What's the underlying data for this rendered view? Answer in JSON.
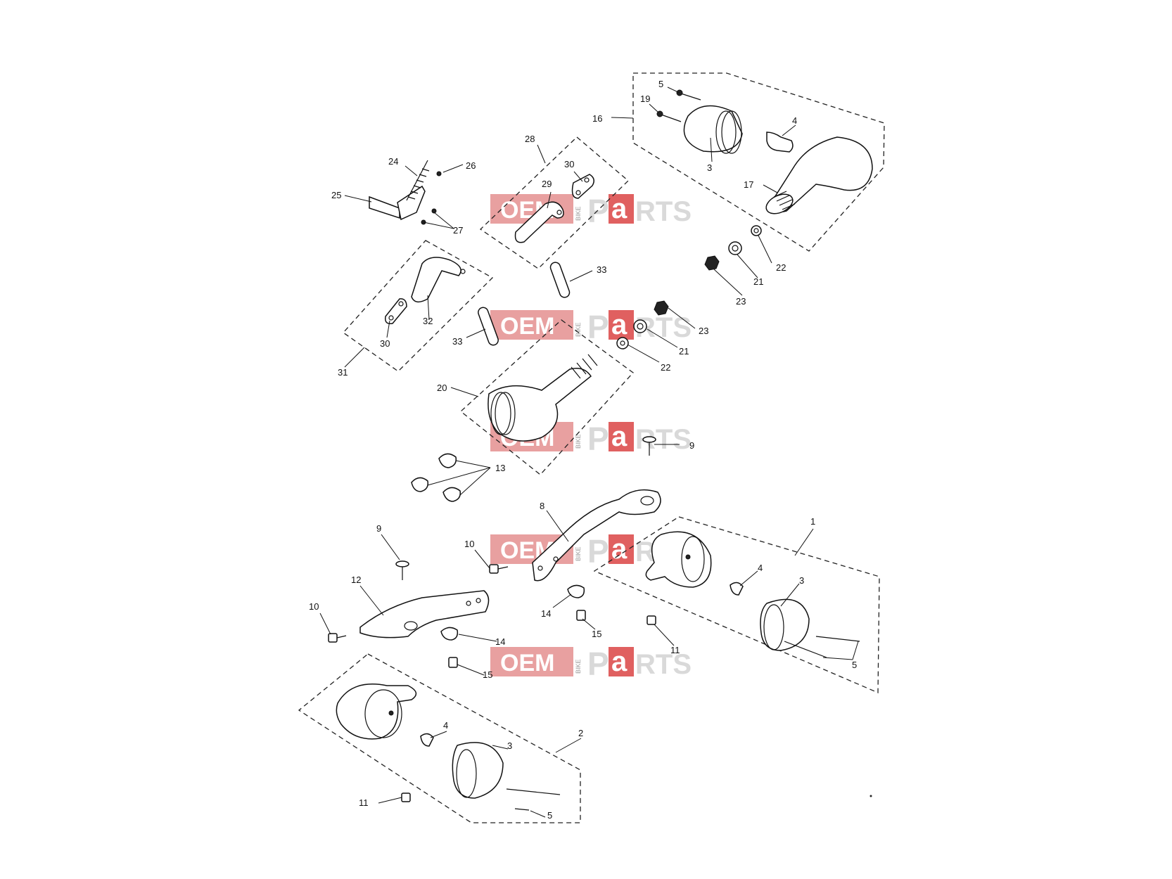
{
  "watermark": {
    "oem": "OEM",
    "bike": "BIKE",
    "p": "P",
    "a": "a",
    "rts": "RTS",
    "colors": {
      "red": "#e8a0a0",
      "red_dark": "#e06060",
      "grey": "#d9d9d9"
    }
  },
  "callouts": {
    "c1": "1",
    "c2": "2",
    "c3a": "3",
    "c3b": "3",
    "c3c": "3",
    "c4a": "4",
    "c4b": "4",
    "c4c": "4",
    "c5a": "5",
    "c5b": "5",
    "c5c": "5",
    "c8": "8",
    "c9a": "9",
    "c9b": "9",
    "c10a": "10",
    "c10b": "10",
    "c11a": "11",
    "c11b": "11",
    "c12": "12",
    "c13": "13",
    "c14a": "14",
    "c14b": "14",
    "c15a": "15",
    "c15b": "15",
    "c16": "16",
    "c17": "17",
    "c19": "19",
    "c20": "20",
    "c21a": "21",
    "c21b": "21",
    "c22a": "22",
    "c22b": "22",
    "c23a": "23",
    "c23b": "23",
    "c24": "24",
    "c25": "25",
    "c26": "26",
    "c27": "27",
    "c28": "28",
    "c29": "29",
    "c30a": "30",
    "c30b": "30",
    "c31": "31",
    "c32": "32",
    "c33a": "33",
    "c33b": "33"
  }
}
